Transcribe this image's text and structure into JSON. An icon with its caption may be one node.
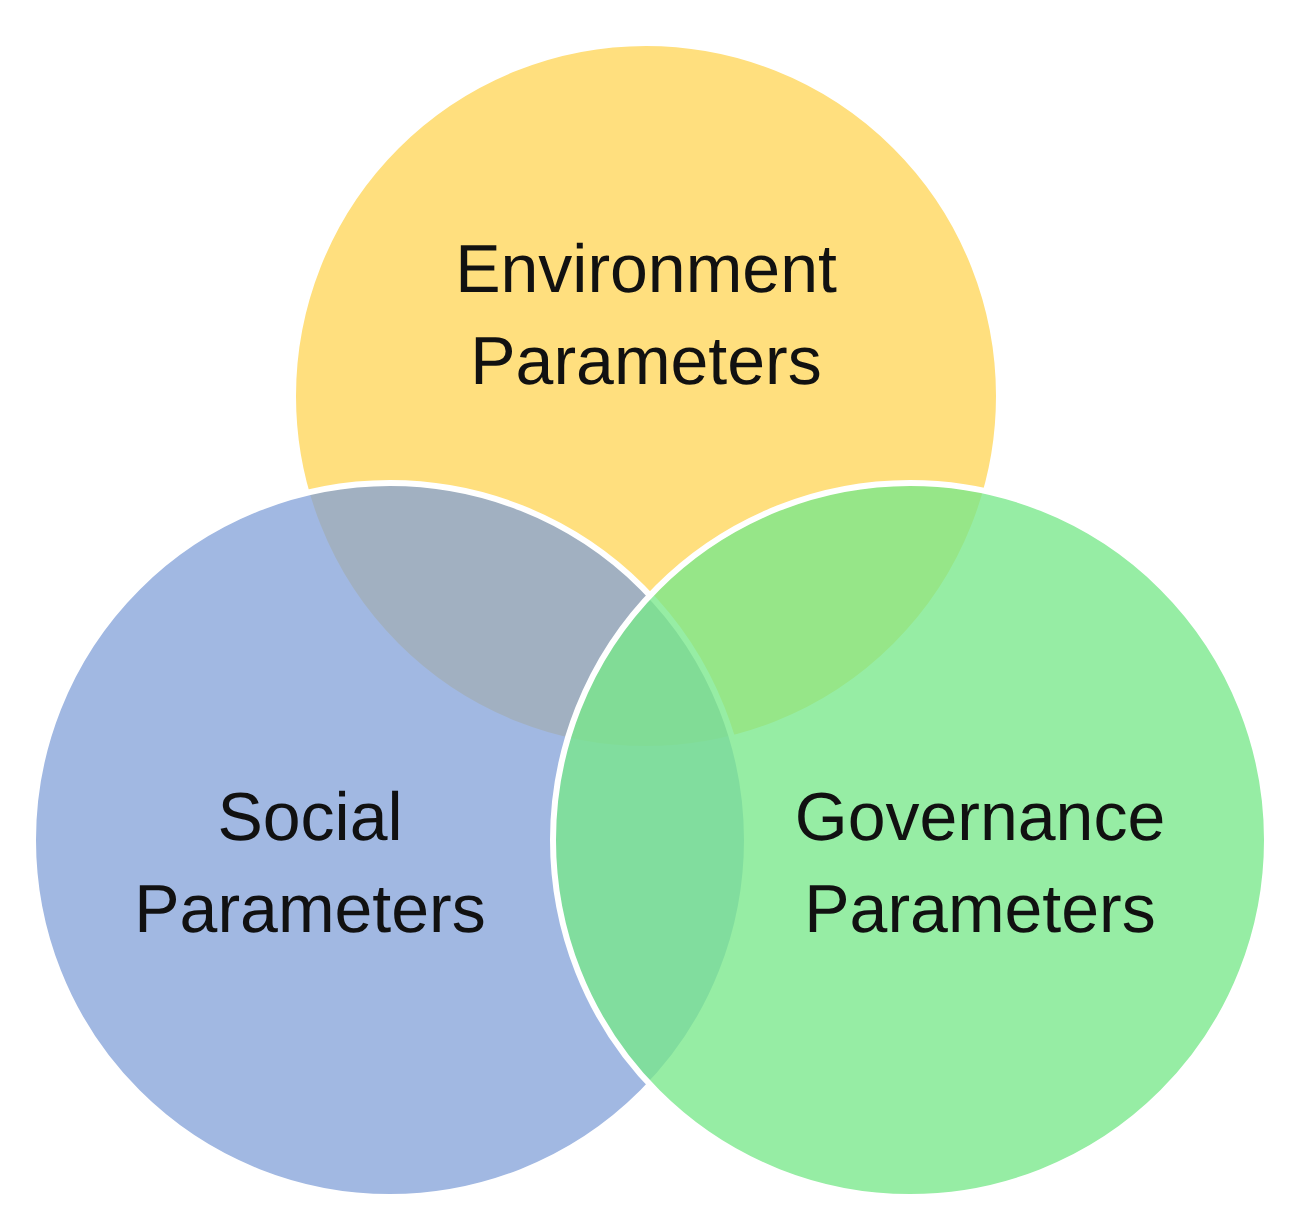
{
  "diagram": {
    "nodes": [
      {
        "text": [
          "Environment Parameters"
        ]
      },
      {
        "text": [
          "Social Parameters"
        ]
      },
      {
        "text": [
          "Governance Parameters"
        ]
      }
    ],
    "edges": []
  }
}
